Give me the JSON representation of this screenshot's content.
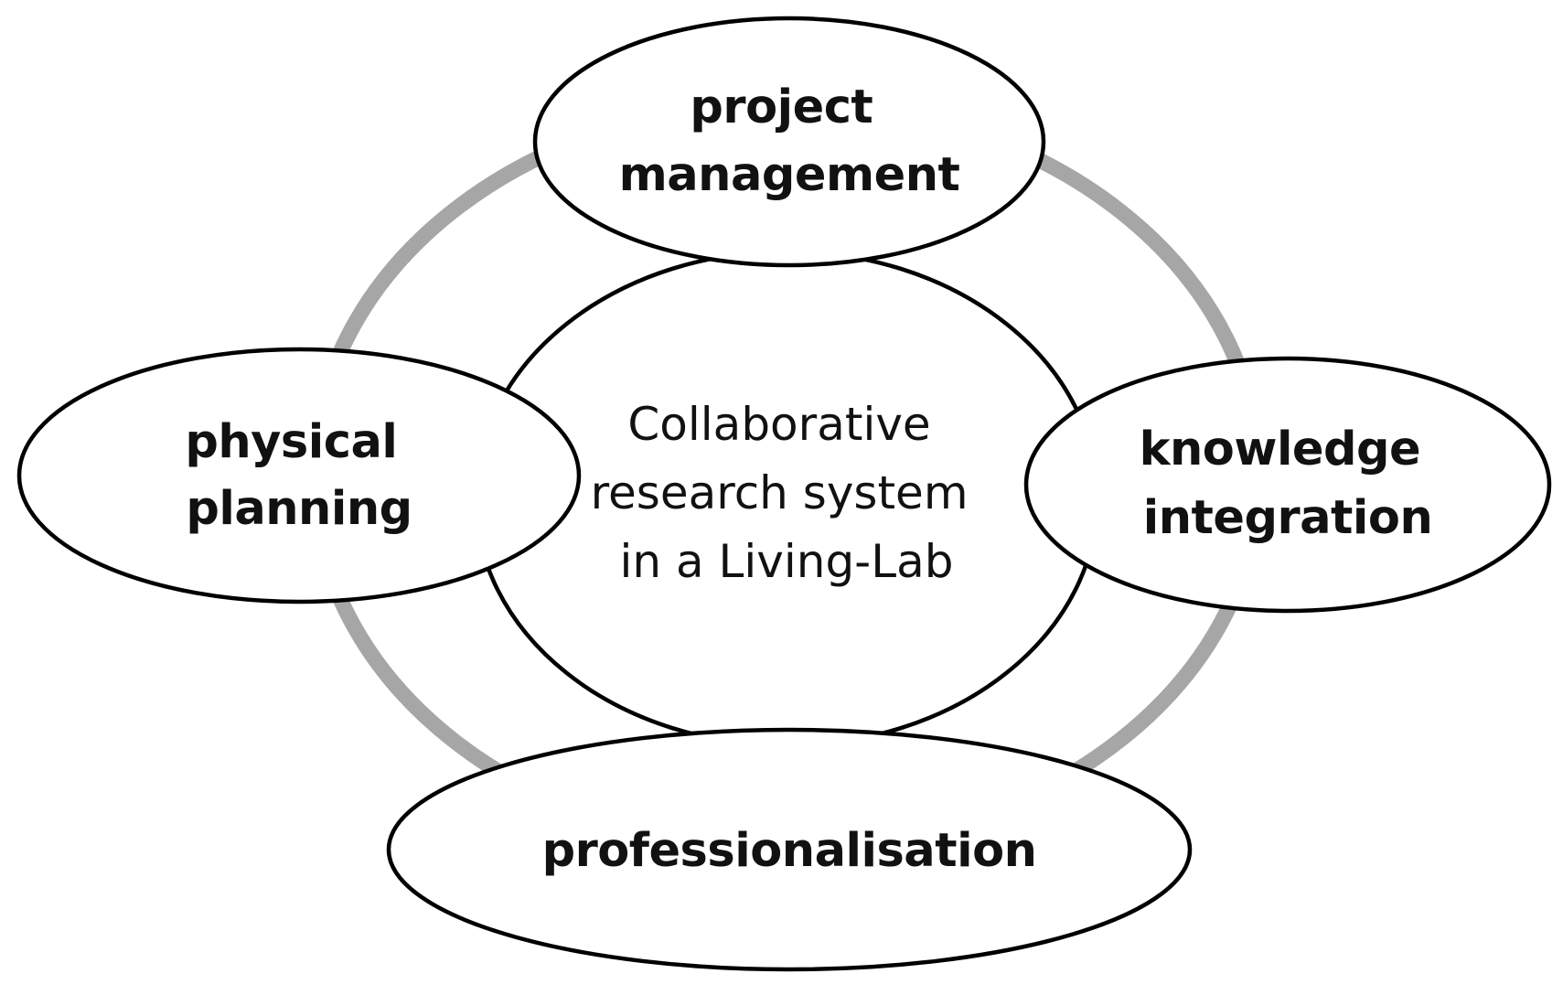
{
  "diagram": {
    "center": {
      "lines": [
        "Collaborative",
        "research system",
        "in a Living-Lab"
      ]
    },
    "nodes": {
      "top": {
        "lines": [
          "project",
          "management"
        ]
      },
      "left": {
        "lines": [
          "physical",
          "planning"
        ]
      },
      "right": {
        "lines": [
          "knowledge",
          "integration"
        ]
      },
      "bottom": {
        "lines": [
          "professionalisation"
        ]
      }
    },
    "colors": {
      "ring": "#a6a6a6",
      "outline": "#000000",
      "fill": "#ffffff",
      "text": "#111111"
    }
  }
}
